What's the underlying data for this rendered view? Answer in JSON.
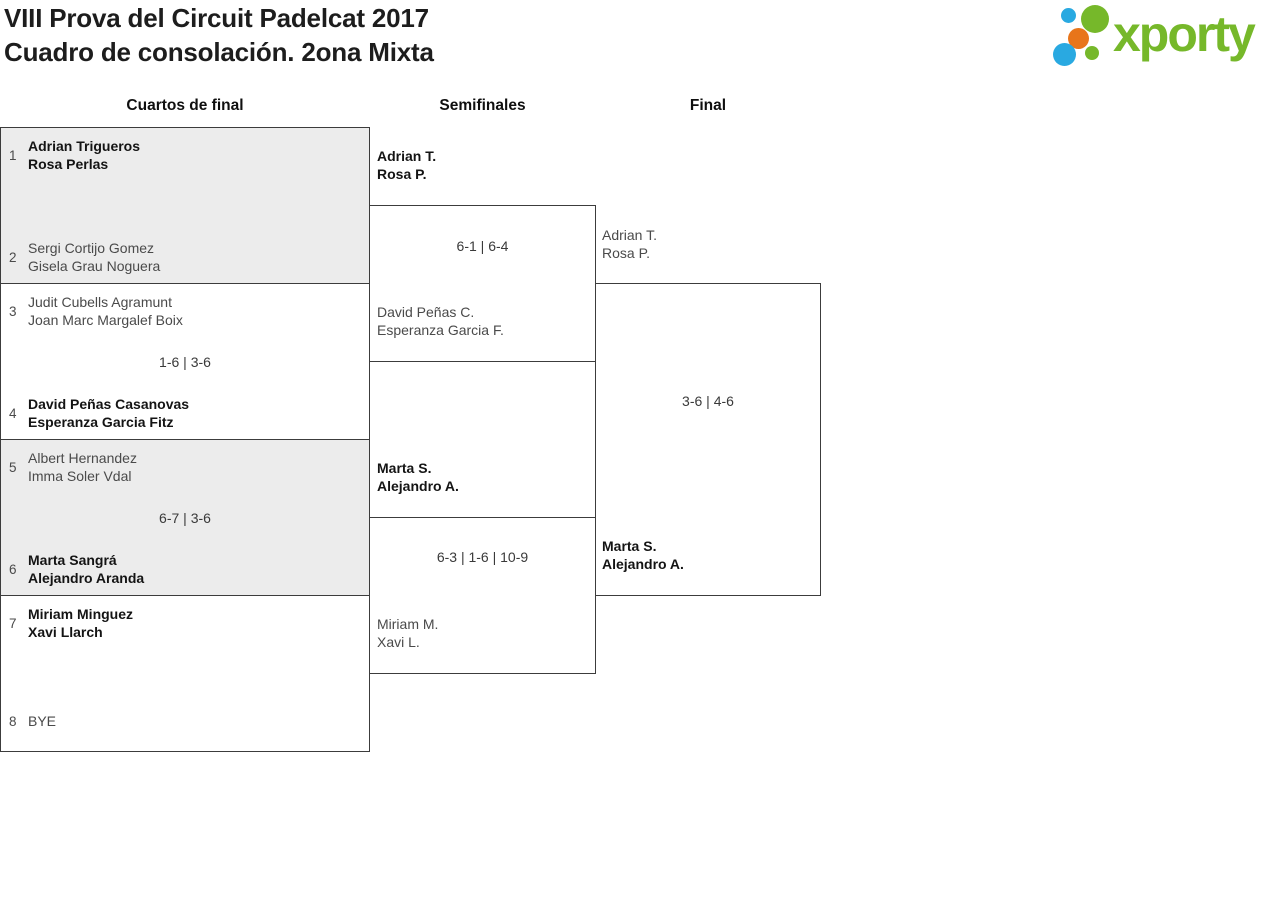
{
  "header": {
    "title_line1": "VIII Prova del Circuit Padelcat 2017",
    "title_line2": "Cuadro de consolación. 2ona Mixta"
  },
  "logo": {
    "text": "xporty",
    "green": "#76b82a",
    "blue": "#29a9e1",
    "orange": "#e8751a"
  },
  "rounds": {
    "quarterfinals": "Cuartos de final",
    "semifinals": "Semifinales",
    "final": "Final"
  },
  "bracket": {
    "quarterfinals": [
      {
        "seed_a": "1",
        "team_a": [
          "Adrian Trigueros",
          "Rosa Perlas"
        ],
        "score": "",
        "seed_b": "2",
        "team_b": [
          "Sergi Cortijo Gomez",
          "Gisela Grau Noguera"
        ]
      },
      {
        "seed_a": "3",
        "team_a": [
          "Judit Cubells Agramunt",
          "Joan Marc Margalef Boix"
        ],
        "score": "1-6 | 3-6",
        "seed_b": "4",
        "team_b": [
          "David Peñas Casanovas",
          "Esperanza Garcia Fitz"
        ]
      },
      {
        "seed_a": "5",
        "team_a": [
          "Albert Hernandez",
          "Imma Soler Vdal"
        ],
        "score": "6-7 | 3-6",
        "seed_b": "6",
        "team_b": [
          "Marta Sangrá",
          "Alejandro Aranda"
        ]
      },
      {
        "seed_a": "7",
        "team_a": [
          "Miriam Minguez",
          "Xavi Llarch"
        ],
        "score": "",
        "seed_b": "8",
        "team_b": [
          "BYE"
        ]
      }
    ],
    "semifinals": [
      {
        "team_a": [
          "Adrian T.",
          "Rosa P."
        ],
        "score": "6-1 | 6-4",
        "team_b": [
          "David Peñas C.",
          "Esperanza Garcia F."
        ]
      },
      {
        "team_a": [
          "Marta S.",
          "Alejandro A."
        ],
        "score": "6-3 | 1-6 | 10-9",
        "team_b": [
          "Miriam M.",
          "Xavi L."
        ]
      }
    ],
    "final": {
      "team_a": [
        "Adrian T.",
        "Rosa P."
      ],
      "score": "3-6 | 4-6",
      "team_b": [
        "Marta S.",
        "Alejandro A."
      ]
    }
  }
}
